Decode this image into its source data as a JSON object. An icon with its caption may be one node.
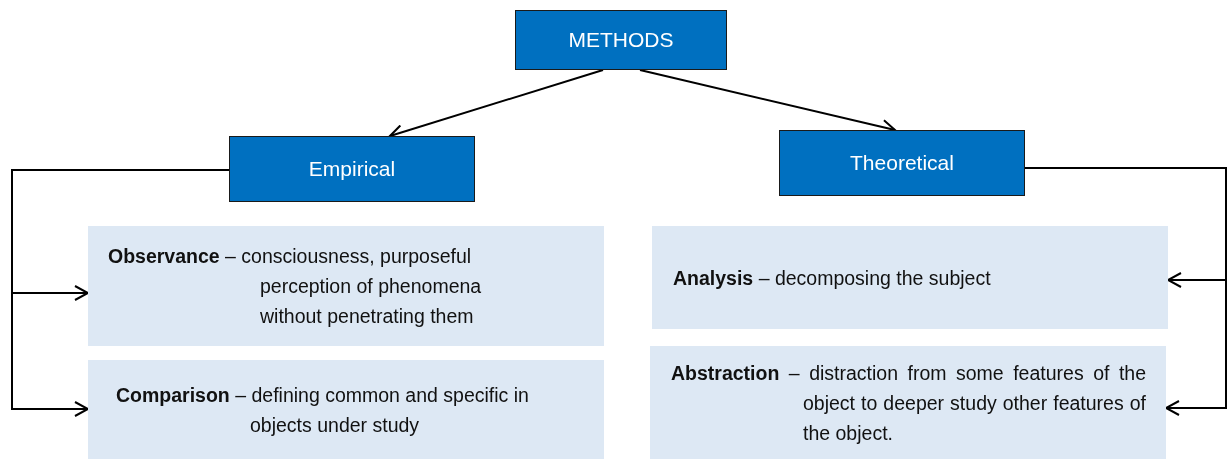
{
  "diagram": {
    "nodes": [
      {
        "text": [
          "METHODS"
        ]
      },
      {
        "text": [
          "Empirical"
        ]
      },
      {
        "text": [
          "Theoretical"
        ]
      },
      {
        "text": [
          "**Observance** – consciousness, purposeful perception of phenomena without penetrating them"
        ]
      },
      {
        "text": [
          "**Comparison** – defining common and specific in objects under study"
        ]
      },
      {
        "text": [
          "**Analysis** – decomposing the subject"
        ]
      },
      {
        "text": [
          "**Abstraction** – distraction from some features of the object to deeper study other features of the object."
        ]
      }
    ],
    "edges": [
      {
        "from": 0,
        "to": 1,
        "arrow": "to"
      },
      {
        "from": 0,
        "to": 2,
        "arrow": "to"
      },
      {
        "from": 1,
        "to": 3,
        "arrow": "to"
      },
      {
        "from": 1,
        "to": 4,
        "arrow": "to"
      },
      {
        "from": 2,
        "to": 5,
        "arrow": "to"
      },
      {
        "from": 2,
        "to": 6,
        "arrow": "to"
      }
    ]
  }
}
